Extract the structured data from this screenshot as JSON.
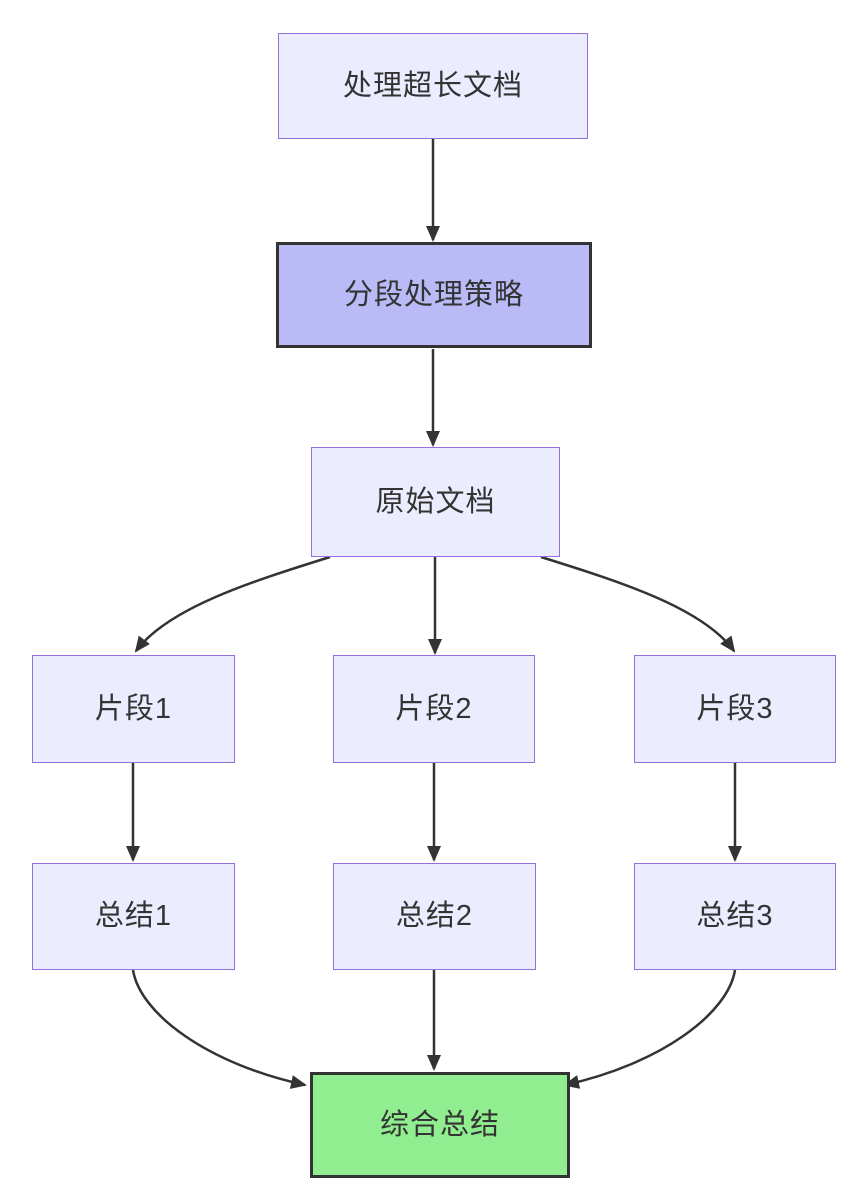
{
  "diagram": {
    "kind": "flowchart",
    "direction": "top-down",
    "background": "#FFFFFF",
    "colors": {
      "node_fill": "#ECECFF",
      "node_border": "#9370DB",
      "accent_node_fill": "#B9BAF6",
      "green_node_fill": "#90EE90",
      "emphasis_border": "#333333",
      "edge": "#333333",
      "text": "#333333"
    },
    "nodes": [
      {
        "id": "A",
        "label": "处理超长文档",
        "style": "light"
      },
      {
        "id": "B",
        "label": "分段处理策略",
        "style": "accent"
      },
      {
        "id": "C",
        "label": "原始文档",
        "style": "light"
      },
      {
        "id": "D1",
        "label": "片段1",
        "style": "light"
      },
      {
        "id": "D2",
        "label": "片段2",
        "style": "light"
      },
      {
        "id": "D3",
        "label": "片段3",
        "style": "light"
      },
      {
        "id": "E1",
        "label": "总结1",
        "style": "light"
      },
      {
        "id": "E2",
        "label": "总结2",
        "style": "light"
      },
      {
        "id": "E3",
        "label": "总结3",
        "style": "light"
      },
      {
        "id": "F",
        "label": "综合总结",
        "style": "green"
      }
    ],
    "edges": [
      {
        "from": "A",
        "to": "B"
      },
      {
        "from": "B",
        "to": "C"
      },
      {
        "from": "C",
        "to": "D1"
      },
      {
        "from": "C",
        "to": "D2"
      },
      {
        "from": "C",
        "to": "D3"
      },
      {
        "from": "D1",
        "to": "E1"
      },
      {
        "from": "D2",
        "to": "E2"
      },
      {
        "from": "D3",
        "to": "E3"
      },
      {
        "from": "E1",
        "to": "F"
      },
      {
        "from": "E2",
        "to": "F"
      },
      {
        "from": "E3",
        "to": "F"
      }
    ]
  }
}
